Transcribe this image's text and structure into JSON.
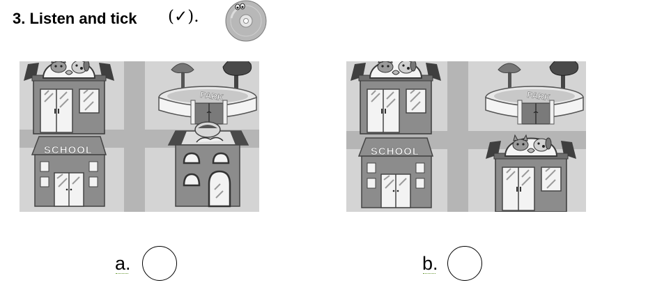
{
  "question": {
    "title": "3. Listen and tick",
    "tick_symbol": "(✓).",
    "icon": "cd-disc-icon"
  },
  "scenes": [
    {
      "id": "a",
      "buildings": [
        "pet-shop",
        "park",
        "school",
        "cafe"
      ],
      "signs": {
        "park": "PARK",
        "school": "SCHOOL"
      }
    },
    {
      "id": "b",
      "buildings": [
        "pet-shop",
        "park",
        "school",
        "pet-shop"
      ],
      "signs": {
        "park": "PARK",
        "school": "SCHOOL"
      }
    }
  ],
  "options": [
    {
      "label": "a."
    },
    {
      "label": "b."
    }
  ]
}
